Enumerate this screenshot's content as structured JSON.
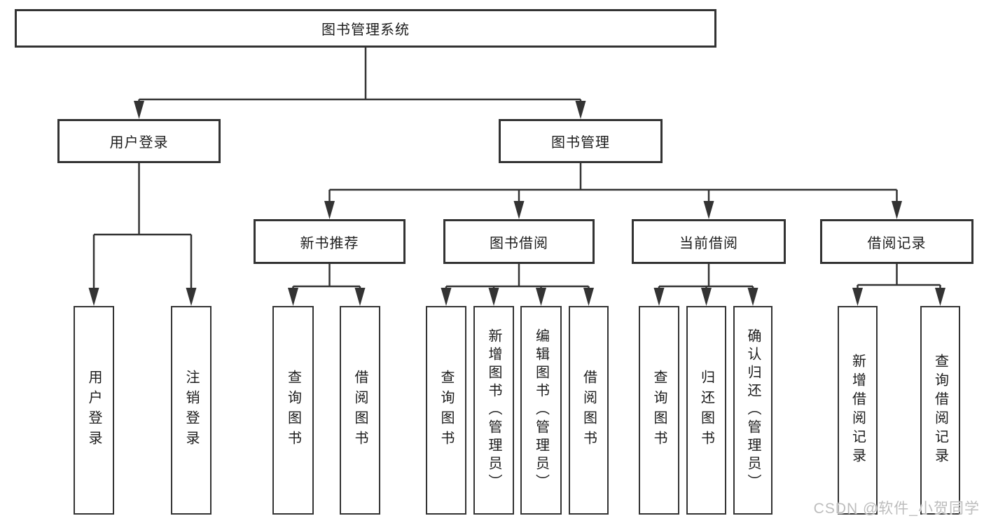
{
  "diagram_type": "hierarchy-tree",
  "colors": {
    "line": "#333333",
    "box_border": "#333333",
    "text": "#1c1c1c",
    "watermark": "#bdbdbd",
    "background": "#ffffff"
  },
  "tree": {
    "root": {
      "label": "图书管理系统",
      "children": [
        {
          "label": "用户登录",
          "children": [
            {
              "label": "用户登录"
            },
            {
              "label": "注销登录"
            }
          ]
        },
        {
          "label": "图书管理",
          "children": [
            {
              "label": "新书推荐",
              "children": [
                {
                  "label": "查询图书"
                },
                {
                  "label": "借阅图书"
                }
              ]
            },
            {
              "label": "图书借阅",
              "children": [
                {
                  "label": "查询图书"
                },
                {
                  "label": "新增图书（管理员）"
                },
                {
                  "label": "编辑图书（管理员）"
                },
                {
                  "label": "借阅图书"
                }
              ]
            },
            {
              "label": "当前借阅",
              "children": [
                {
                  "label": "查询图书"
                },
                {
                  "label": "归还图书"
                },
                {
                  "label": "确认归还（管理员）"
                }
              ]
            },
            {
              "label": "借阅记录",
              "children": [
                {
                  "label": "新增借阅记录"
                },
                {
                  "label": "查询借阅记录"
                }
              ]
            }
          ]
        }
      ]
    }
  },
  "watermark": {
    "text": "CSDN @软件_小贺同学"
  }
}
